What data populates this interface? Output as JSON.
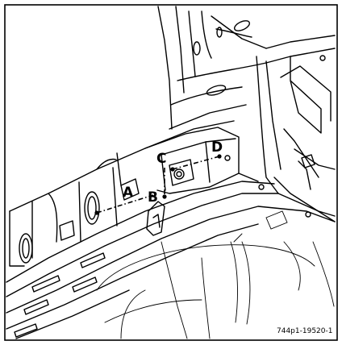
{
  "labels": {
    "a": "A",
    "b": "B",
    "c": "C",
    "d": "D"
  },
  "reference": "744p1-19520-1",
  "colors": {
    "ink": "#000000",
    "paper": "#ffffff"
  }
}
